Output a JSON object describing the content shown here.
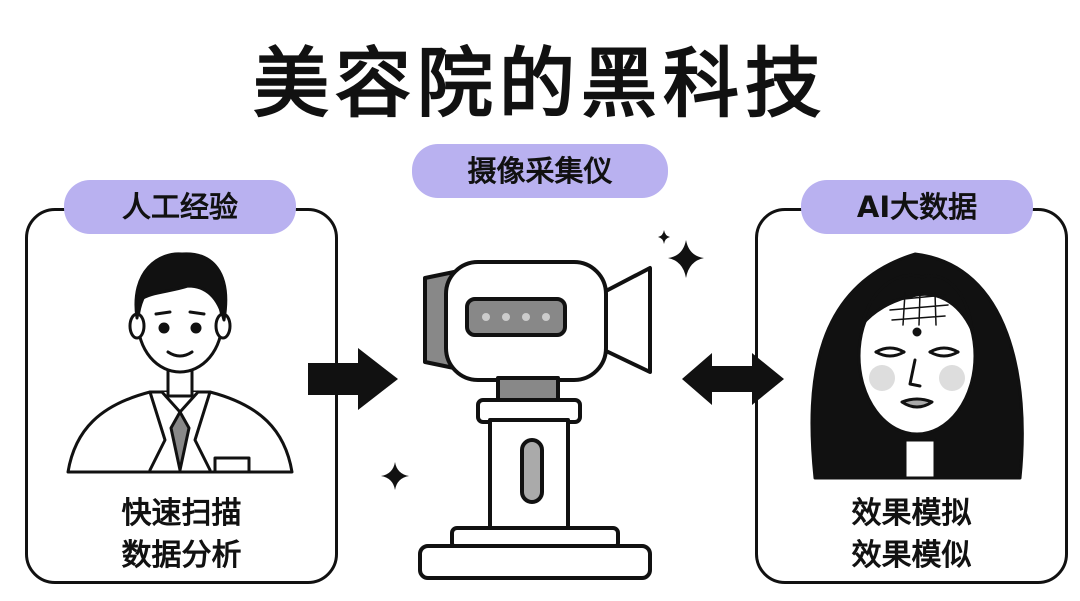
{
  "title": "美容院的黑科技",
  "left": {
    "pill": "人工经验",
    "lines": [
      "快速扫描",
      "数据分析"
    ]
  },
  "center": {
    "pill": "摄像采集仪"
  },
  "right": {
    "pill": "AI大数据",
    "lines": [
      "效果模拟",
      "效果模似"
    ]
  }
}
